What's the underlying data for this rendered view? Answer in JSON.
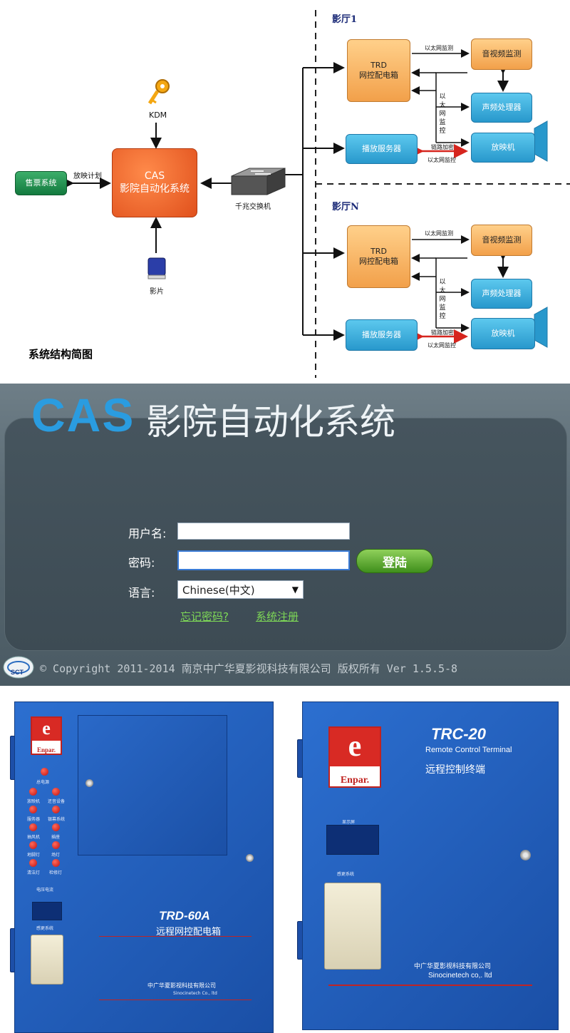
{
  "diagram": {
    "section1": "影厅1",
    "sectionN": "影厅N",
    "kdm": "KDM",
    "cas_line1": "CAS",
    "cas_line2": "影院自动化系统",
    "ticket": "售票系统",
    "plan": "放映计划",
    "film": "影片",
    "switch": "千兆交换机",
    "trd_line1": "TRD",
    "trd_line2": "网控配电箱",
    "av_monitor": "音视频监测",
    "audio_proc": "声频处理器",
    "play_server": "播放服务器",
    "projector": "放映机",
    "eth_monitor": "以太网监测",
    "eth_control_v": "以太网监控",
    "link_encrypt": "链路加密",
    "eth_control": "以太网监控",
    "caption": "系统结构简图"
  },
  "login": {
    "logo_cas": "CAS",
    "logo_title": "影院自动化系统",
    "username_label": "用户名:",
    "username_value": "",
    "password_label": "密码:",
    "password_value": "",
    "login_button": "登陆",
    "language_label": "语言:",
    "language_value": "Chinese(中文)",
    "forgot_link": "忘记密码?",
    "register_link": "系统注册",
    "copyright": "© Copyright 2011-2014 南京中广华夏影视科技有限公司 版权所有 Ver 1.5.5-8",
    "sct_badge": "SCT"
  },
  "devices": {
    "brand_top": "e",
    "brand_name": "Enpar.",
    "trd": {
      "buttons": [
        "总电源",
        "放映机",
        "还音设备",
        "服务器",
        "银幕系统",
        "抽风机",
        "插座",
        "地脚灯",
        "场灯",
        "清洁灯",
        "检修灯"
      ],
      "voltage_label": "电压电流",
      "access_label": "感更系统",
      "model": "TRD-60A",
      "name": "远程网控配电箱",
      "company": "中广华夏影视科技有限公司",
      "company_en": "Sinocinetech Co., ltd"
    },
    "trc": {
      "model": "TRC-20",
      "subtitle_en": "Remote Control Terminal",
      "name": "远程控制终端",
      "display_label": "显示屏",
      "access_label": "感更系统",
      "company": "中广华夏影视科技有限公司",
      "company_en": "Sinocinetech co,. ltd"
    }
  },
  "colors": {
    "orange_box": "#f2a04a",
    "blue_box": "#2898cc",
    "cas_box": "#e0501c",
    "green_box": "#137a3e",
    "login_bg": "#4a5a63",
    "logo_blue": "#2a9ce0",
    "link_green": "#7ed957",
    "cabinet_blue": "#1a4fa6",
    "brand_red": "#d82a24"
  }
}
